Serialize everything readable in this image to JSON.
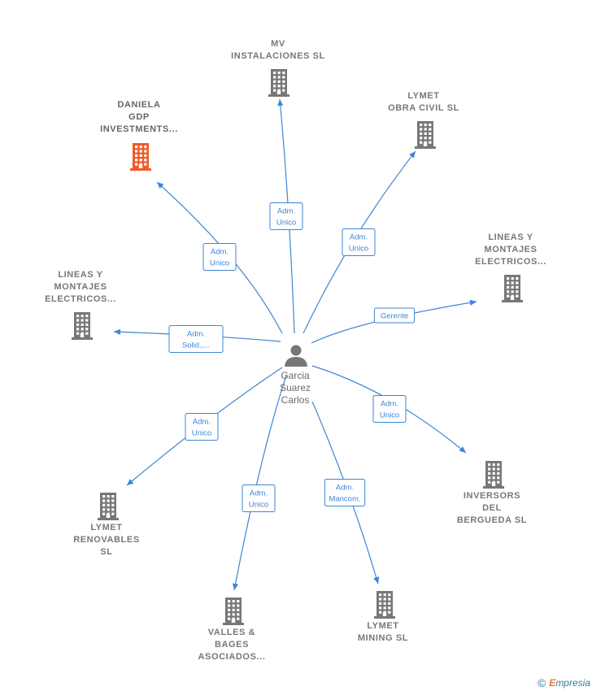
{
  "center": {
    "name_lines": [
      "Garcia",
      "Suarez",
      "Carlos"
    ],
    "icon": "person-icon"
  },
  "nodes": [
    {
      "id": "mv",
      "lines": [
        "MV",
        "INSTALACIONES SL"
      ],
      "icon": "building-icon",
      "color": "#777777"
    },
    {
      "id": "lymet-obra",
      "lines": [
        "LYMET",
        "OBRA CIVIL SL"
      ],
      "icon": "building-icon",
      "color": "#777777"
    },
    {
      "id": "daniela",
      "lines": [
        "DANIELA",
        "GDP",
        "INVESTMENTS..."
      ],
      "icon": "building-icon",
      "color": "#f05a28"
    },
    {
      "id": "lineas-right",
      "lines": [
        "LINEAS Y",
        "MONTAJES",
        "ELECTRICOS..."
      ],
      "icon": "building-icon",
      "color": "#777777"
    },
    {
      "id": "lineas-left",
      "lines": [
        "LINEAS Y",
        "MONTAJES",
        "ELECTRICOS..."
      ],
      "icon": "building-icon",
      "color": "#777777"
    },
    {
      "id": "inversors",
      "lines": [
        "INVERSORS",
        "DEL",
        "BERGUEDA  SL"
      ],
      "icon": "building-icon",
      "color": "#777777"
    },
    {
      "id": "lymet-renov",
      "lines": [
        "LYMET",
        "RENOVABLES",
        "SL"
      ],
      "icon": "building-icon",
      "color": "#777777"
    },
    {
      "id": "valles",
      "lines": [
        "VALLES &",
        "BAGES",
        "ASOCIADOS..."
      ],
      "icon": "building-icon",
      "color": "#777777"
    },
    {
      "id": "lymet-mining",
      "lines": [
        "LYMET",
        "MINING  SL"
      ],
      "icon": "building-icon",
      "color": "#777777"
    }
  ],
  "edges": [
    {
      "to": "mv",
      "label": [
        "Adm.",
        "Unico"
      ]
    },
    {
      "to": "lymet-obra",
      "label": [
        "Adm.",
        "Unico"
      ]
    },
    {
      "to": "daniela",
      "label": [
        "Adm.",
        "Unico"
      ]
    },
    {
      "to": "lineas-right",
      "label": [
        "Gerente"
      ]
    },
    {
      "to": "lineas-left",
      "label": [
        "Adm.",
        "Solid.,..."
      ]
    },
    {
      "to": "inversors",
      "label": [
        "Adm.",
        "Unico"
      ]
    },
    {
      "to": "lymet-renov",
      "label": [
        "Adm.",
        "Unico"
      ]
    },
    {
      "to": "valles",
      "label": [
        "Adm.",
        "Unico"
      ]
    },
    {
      "to": "lymet-mining",
      "label": [
        "Adm.",
        "Mancom."
      ]
    }
  ],
  "footer": {
    "copyright": "©",
    "brand_first": "E",
    "brand_rest": "mpresia"
  },
  "colors": {
    "edge": "#3d85d6",
    "node_default": "#777777",
    "node_highlight": "#f05a28"
  }
}
